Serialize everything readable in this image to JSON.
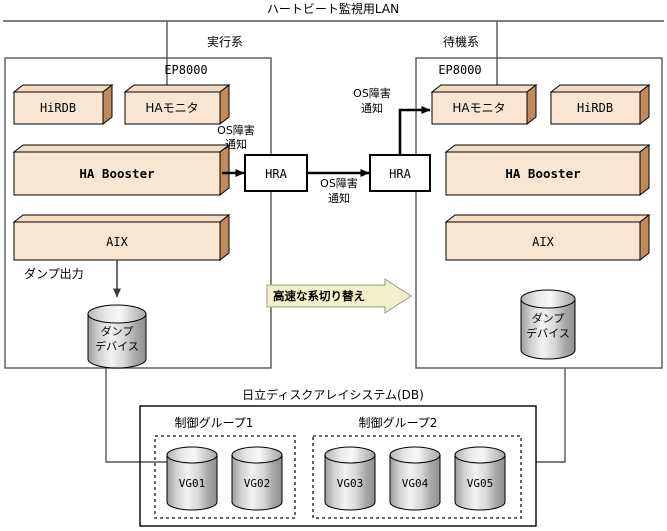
{
  "diagram": {
    "title_lan": "ハートビート監視用LAN",
    "systems": [
      {
        "role_label": "実行系",
        "model_label": "EP8000",
        "components": [
          {
            "name": "HiRDB"
          },
          {
            "name": "HAモニタ"
          },
          {
            "name": "HA Booster"
          },
          {
            "name": "AIX"
          }
        ],
        "agent_label": "HRA",
        "dump_device_label": "ダンプ\nデバイス",
        "dump_device_line1": "ダンプ",
        "dump_device_line2": "デバイス",
        "dump_output_label": "ダンプ出力"
      },
      {
        "role_label": "待機系",
        "model_label": "EP8000",
        "components": [
          {
            "name": "HAモニタ"
          },
          {
            "name": "HiRDB"
          },
          {
            "name": "HA Booster"
          },
          {
            "name": "AIX"
          }
        ],
        "agent_label": "HRA",
        "dump_device_line1": "ダンプ",
        "dump_device_line2": "デバイス"
      }
    ],
    "notifications": {
      "active_os_fault_line1": "OS障害",
      "active_os_fault_line2": "通知",
      "link_os_fault_line1": "OS障害",
      "link_os_fault_line2": "通知",
      "standby_os_fault_line1": "OS障害",
      "standby_os_fault_line2": "通知"
    },
    "banner": {
      "label": "高速な系切り替え",
      "fill": "#F2F0CB"
    },
    "storage": {
      "title": "日立ディスクアレイシステム(DB)",
      "groups": [
        {
          "label": "制御グループ1",
          "volumes": [
            "VG01",
            "VG02"
          ]
        },
        {
          "label": "制御グループ2",
          "volumes": [
            "VG03",
            "VG04",
            "VG05"
          ]
        }
      ]
    },
    "colors": {
      "box_front": "#F8E6D2",
      "box_side": "#C08A5A",
      "box_top": "#F2DCC2",
      "cyl_light": "#FFFFFF",
      "cyl_dark": "#9A9A9A",
      "outline": "#000000",
      "frame": "#555555",
      "banner_fill": "#F2F0CB"
    }
  }
}
